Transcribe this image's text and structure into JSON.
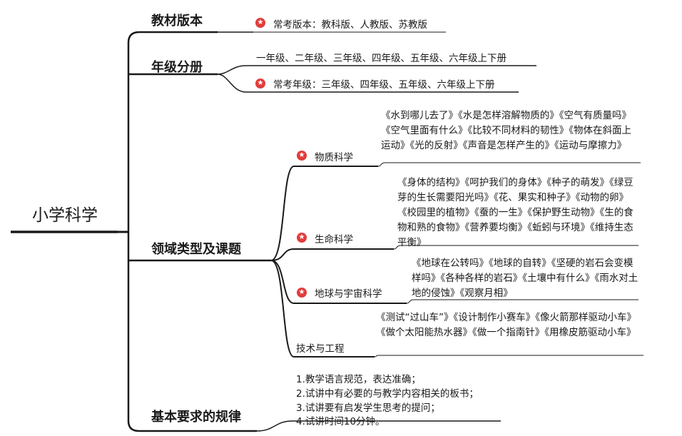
{
  "root": {
    "label": "小学科学"
  },
  "textbook": {
    "title": "教材版本",
    "note": "常考版本：教科版、人教版、苏教版"
  },
  "grades": {
    "title": "年级分册",
    "all": "一年级、二年级、三年级、四年级、五年级、六年级上下册",
    "note": "常考年级：三年级、四年级、五年级、六年级上下册"
  },
  "domains": {
    "title": "领域类型及课题",
    "physical": {
      "label": "物质科学",
      "topics": "《水到哪儿去了》《水是怎样溶解物质的》《空气有质量吗》《空气里面有什么》《比较不同材料的韧性》《物体在斜面上运动》《光的反射》《声音是怎样产生的》《运动与摩擦力》"
    },
    "life": {
      "label": "生命科学",
      "topics": "《身体的结构》《呵护我们的身体》《种子的萌发》《绿豆芽的生长需要阳光吗》《花、果实和种子》《动物的卵》《校园里的植物》《蚕的一生》《保护野生动物》《生的食物和熟的食物》《营养要均衡》《蚯蚓与环境》《维持生态平衡》"
    },
    "earth": {
      "label": "地球与宇宙科学",
      "topics": "《地球在公转吗》《地球的自转》《坚硬的岩石会变模样吗》《各种各样的岩石》《土壤中有什么》《雨水对土地的侵蚀》《观察月相》"
    },
    "tech": {
      "label": "技术与工程",
      "topics": "《测试“过山车”》《设计制作小赛车》《像火箭那样驱动小车》《做个太阳能热水器》《做一个指南针》《用橡皮筋驱动小车》"
    }
  },
  "requirements": {
    "title": "基本要求的规律",
    "items": [
      "1.教学语言规范，表达准确；",
      "2.试讲中有必要的与教学内容相关的板书；",
      "3.试讲要有启发学生思考的提问；",
      "4.试讲时间10分钟。"
    ]
  },
  "colors": {
    "line": "#1a1a1a",
    "star": "#e23b3b",
    "text": "#1a1a1a"
  },
  "icons": {
    "key_point": "red-star-badge-icon"
  }
}
